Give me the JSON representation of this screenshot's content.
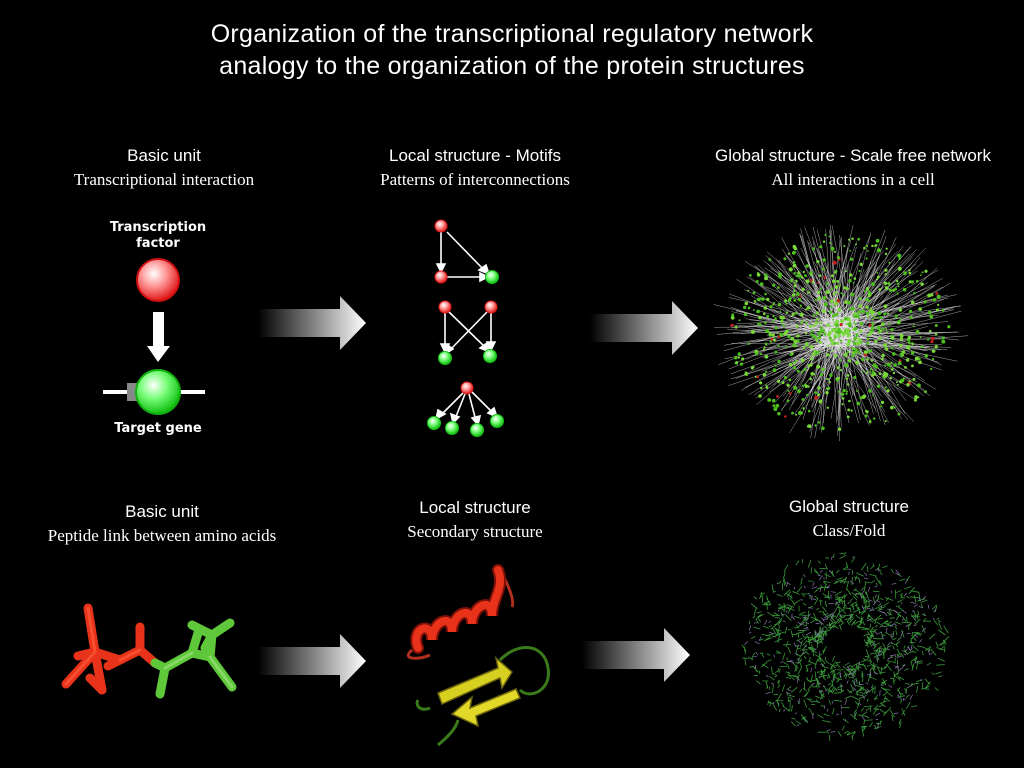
{
  "title": {
    "line1": "Organization of the transcriptional regulatory network",
    "line2": "analogy to the organization of the protein structures"
  },
  "network_row": {
    "basic_unit": {
      "heading": "Basic unit",
      "subheading": "Transcriptional interaction",
      "tf_label": "Transcription factor",
      "target_label": "Target gene"
    },
    "local": {
      "heading": "Local structure - Motifs",
      "subheading": "Patterns of  interconnections"
    },
    "global": {
      "heading": "Global structure - Scale free network",
      "subheading": "All interactions in a cell"
    }
  },
  "protein_row": {
    "basic_unit": {
      "heading": "Basic unit",
      "subheading": "Peptide link between amino acids"
    },
    "local": {
      "heading": "Local structure",
      "subheading": "Secondary structure"
    },
    "global": {
      "heading": "Global structure",
      "subheading": "Class/Fold"
    }
  },
  "colors": {
    "background": "#000000",
    "regulator_node": "#ff3030",
    "target_node": "#22ee22",
    "helix": "#e02010",
    "strand": "#d8d020",
    "fold": "#3a9a3a"
  }
}
